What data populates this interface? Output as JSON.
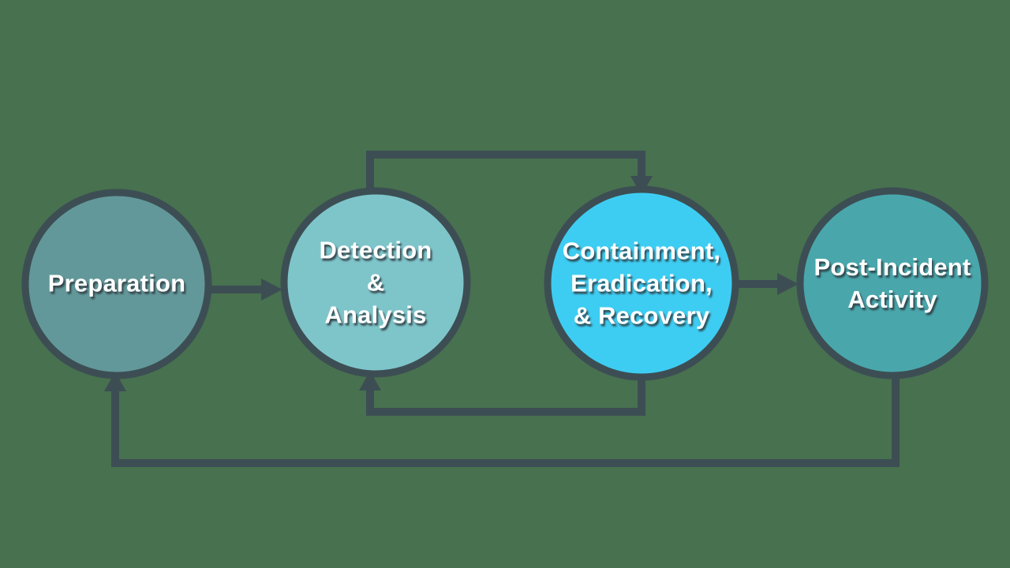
{
  "diagram": {
    "name": "incident-response-lifecycle",
    "colors": {
      "background": "#48714f",
      "connector": "#3c4e54",
      "circle_border": "#3c4e54",
      "label_text": "#ffffff",
      "label_shadow": "#2c363b"
    },
    "stages": [
      {
        "id": "preparation",
        "label": "Preparation",
        "fill": "#62989a"
      },
      {
        "id": "detection-analysis",
        "label": "Detection\n&\nAnalysis",
        "fill": "#7ec5ca"
      },
      {
        "id": "containment-recovery",
        "label": "Containment,\nEradication,\n& Recovery",
        "fill": "#3ecdf2"
      },
      {
        "id": "post-incident",
        "label": "Post-Incident\nActivity",
        "fill": "#49a7ac"
      }
    ],
    "connections": [
      {
        "from": "Preparation",
        "to": "Detection & Analysis",
        "path": "straight-right"
      },
      {
        "from": "Detection & Analysis",
        "to": "Containment, Eradication, & Recovery",
        "path": "top-loop"
      },
      {
        "from": "Containment, Eradication, & Recovery",
        "to": "Detection & Analysis",
        "path": "bottom-loop"
      },
      {
        "from": "Containment, Eradication, & Recovery",
        "to": "Post-Incident Activity",
        "path": "straight-right"
      },
      {
        "from": "Post-Incident Activity",
        "to": "Preparation",
        "path": "bottom-return"
      }
    ]
  }
}
